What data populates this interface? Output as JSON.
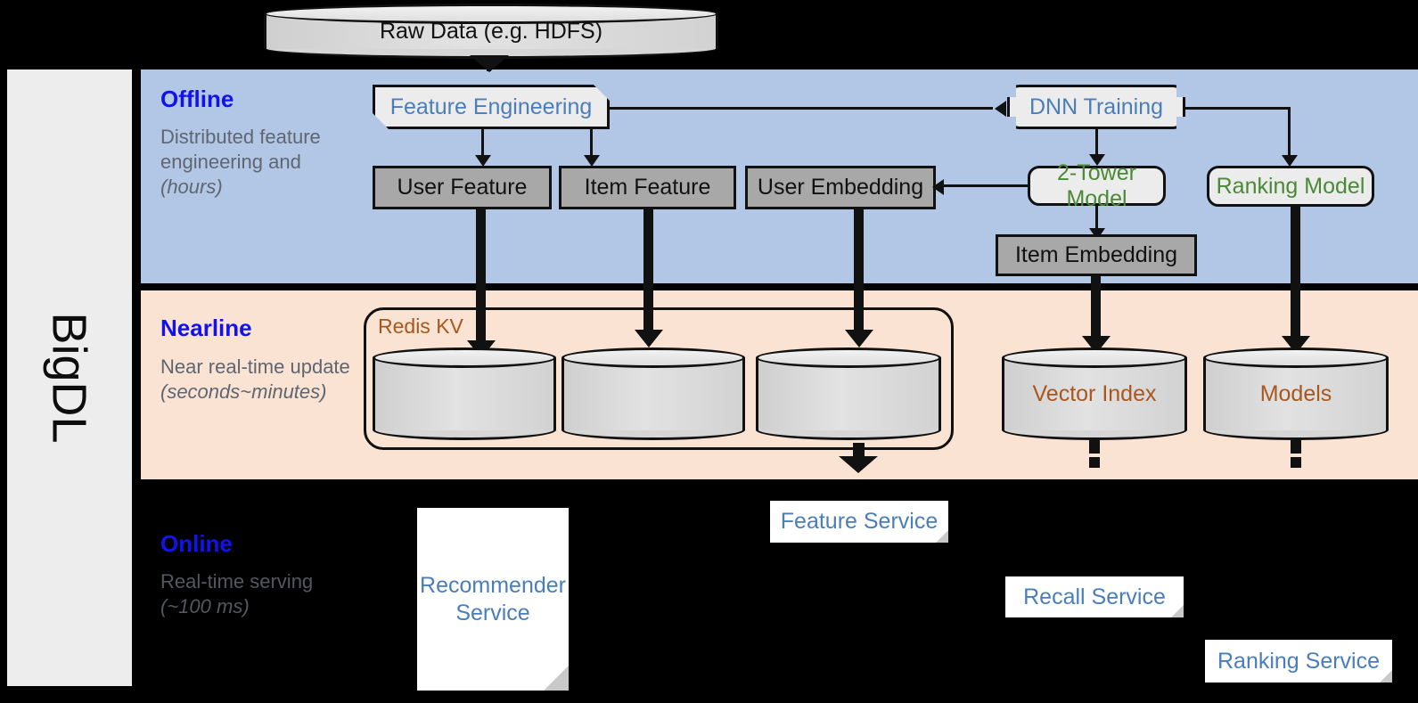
{
  "rail": {
    "label": "BigDL"
  },
  "top_source": {
    "label": "Raw Data (e.g. HDFS)"
  },
  "bands": {
    "offline": {
      "title": "Offline",
      "subtitle": "Distributed feature engineering and ",
      "subtitle_italic": "(hours)"
    },
    "nearline": {
      "title": "Nearline",
      "subtitle": "Near real-time update ",
      "subtitle_italic": "(seconds~minutes)"
    },
    "online": {
      "title": "Online",
      "subtitle": "Real-time serving ",
      "subtitle_italic": "(~100 ms)"
    }
  },
  "offline_nodes": {
    "feature_engineering": "Feature Engineering",
    "dnn_training": "DNN Training",
    "user_feature": "User Feature",
    "item_feature": "Item Feature",
    "user_embedding": "User Embedding",
    "two_tower_model": "2-Tower Model",
    "ranking_model": "Ranking Model",
    "item_embedding": "Item Embedding"
  },
  "nearline_nodes": {
    "redis_label": "Redis KV",
    "store_user_feature": "",
    "store_item_feature": "",
    "store_user_embedding": "",
    "vector_index": "Vector Index",
    "models": "Models"
  },
  "online_nodes": {
    "recommender_service": "Recommender Service",
    "feature_service": "Feature Service",
    "recall_service": "Recall Service",
    "ranking_service": "Ranking Service"
  },
  "colors": {
    "offline_band": "#b2c6e6",
    "nearline_band": "#fae3d3",
    "online_band": "#000000",
    "band_title": "#1212f0",
    "proc_text_blue": "#4a7ebb",
    "proc_text_green": "#4a8a37",
    "store_text_brown": "#a8571e",
    "data_box_fill": "#a8a8a8",
    "rail_fill": "#ededed"
  }
}
